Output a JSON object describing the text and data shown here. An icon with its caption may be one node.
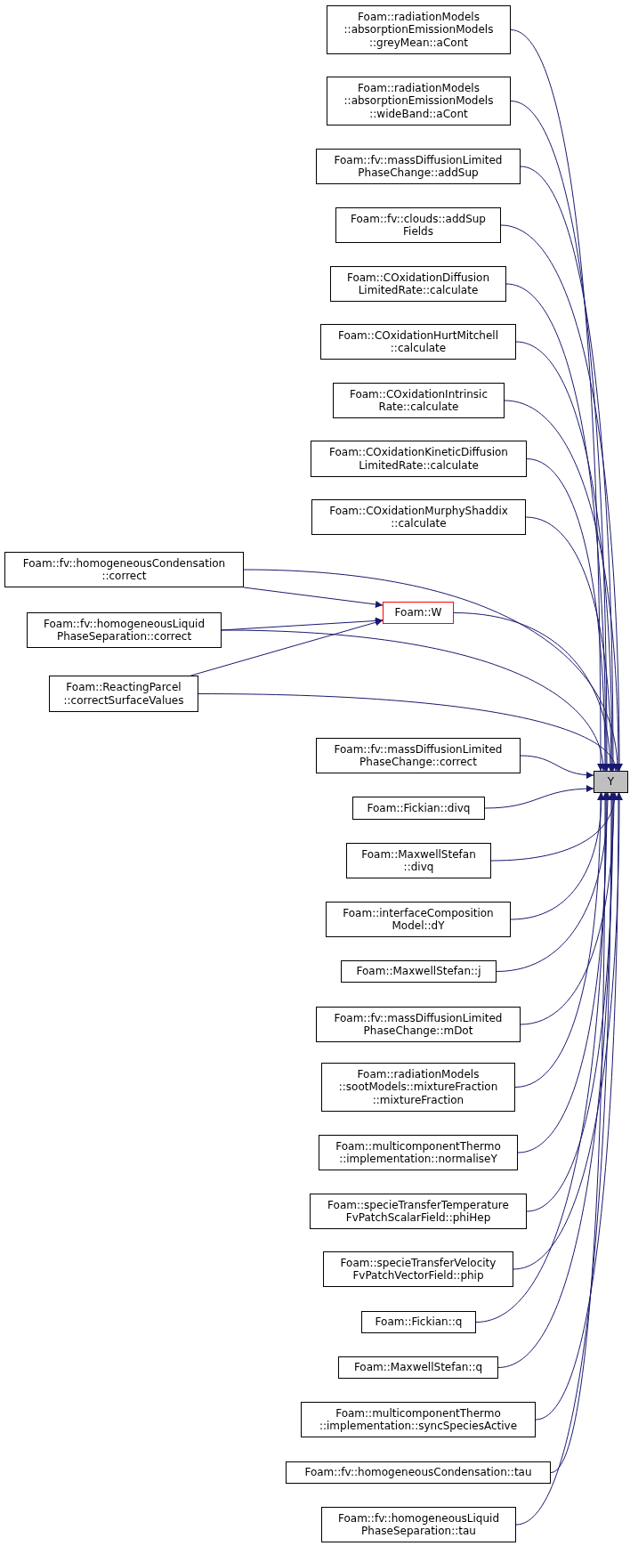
{
  "diagram": {
    "nodes": [
      {
        "text": [
          "Foam::radiationModels ::absorptionEmissionModels ::greyMean::aCont"
        ]
      },
      {
        "text": [
          "Foam::radiationModels ::absorptionEmissionModels ::wideBand::aCont"
        ]
      },
      {
        "text": [
          "Foam::fv::massDiffusionLimited PhaseChange::addSup"
        ]
      },
      {
        "text": [
          "Foam::fv::clouds::addSup Fields"
        ]
      },
      {
        "text": [
          "Foam::COxidationDiffusion LimitedRate::calculate"
        ]
      },
      {
        "text": [
          "Foam::COxidationHurtMitchell ::calculate"
        ]
      },
      {
        "text": [
          "Foam::COxidationIntrinsic Rate::calculate"
        ]
      },
      {
        "text": [
          "Foam::COxidationKineticDiffusion LimitedRate::calculate"
        ]
      },
      {
        "text": [
          "Foam::COxidationMurphyShaddix ::calculate"
        ]
      },
      {
        "text": [
          "Foam::fv::homogeneousCondensation ::correct"
        ]
      },
      {
        "text": [
          "Foam::W"
        ]
      },
      {
        "text": [
          "Foam::fv::homogeneousLiquid PhaseSeparation::correct"
        ]
      },
      {
        "text": [
          "Foam::ReactingParcel ::correctSurfaceValues"
        ]
      },
      {
        "text": [
          "Foam::fv::massDiffusionLimited PhaseChange::correct"
        ]
      },
      {
        "text": [
          "Y"
        ]
      },
      {
        "text": [
          "Foam::Fickian::divq"
        ]
      },
      {
        "text": [
          "Foam::MaxwellStefan ::divq"
        ]
      },
      {
        "text": [
          "Foam::interfaceComposition Model::dY"
        ]
      },
      {
        "text": [
          "Foam::MaxwellStefan::j"
        ]
      },
      {
        "text": [
          "Foam::fv::massDiffusionLimited PhaseChange::mDot"
        ]
      },
      {
        "text": [
          "Foam::radiationModels ::sootModels::mixtureFraction ::mixtureFraction"
        ]
      },
      {
        "text": [
          "Foam::multicomponentThermo ::implementation::normaliseY"
        ]
      },
      {
        "text": [
          "Foam::specieTransferTemperature FvPatchScalarField::phiHep"
        ]
      },
      {
        "text": [
          "Foam::specieTransferVelocity FvPatchVectorField::phip"
        ]
      },
      {
        "text": [
          "Foam::Fickian::q"
        ]
      },
      {
        "text": [
          "Foam::MaxwellStefan::q"
        ]
      },
      {
        "text": [
          "Foam::multicomponentThermo ::implementation::syncSpeciesActive"
        ]
      },
      {
        "text": [
          "Foam::fv::homogeneousCondensation::tau"
        ]
      },
      {
        "text": [
          "Foam::fv::homogeneousLiquid PhaseSeparation::tau"
        ]
      }
    ],
    "edges": [
      {
        "from": 0,
        "to": 14,
        "arrow": "to"
      },
      {
        "from": 1,
        "to": 14,
        "arrow": "to"
      },
      {
        "from": 2,
        "to": 14,
        "arrow": "to"
      },
      {
        "from": 3,
        "to": 14,
        "arrow": "to"
      },
      {
        "from": 4,
        "to": 14,
        "arrow": "to"
      },
      {
        "from": 5,
        "to": 14,
        "arrow": "to"
      },
      {
        "from": 6,
        "to": 14,
        "arrow": "to"
      },
      {
        "from": 7,
        "to": 14,
        "arrow": "to"
      },
      {
        "from": 8,
        "to": 14,
        "arrow": "to"
      },
      {
        "from": 9,
        "to": 14,
        "arrow": "to"
      },
      {
        "from": 9,
        "to": 10,
        "arrow": "to"
      },
      {
        "from": 10,
        "to": 14,
        "arrow": "to"
      },
      {
        "from": 11,
        "to": 10,
        "arrow": "to"
      },
      {
        "from": 11,
        "to": 14,
        "arrow": "to"
      },
      {
        "from": 12,
        "to": 10,
        "arrow": "to"
      },
      {
        "from": 12,
        "to": 14,
        "arrow": "to"
      },
      {
        "from": 13,
        "to": 14,
        "arrow": "to"
      },
      {
        "from": 15,
        "to": 14,
        "arrow": "to"
      },
      {
        "from": 16,
        "to": 14,
        "arrow": "to"
      },
      {
        "from": 17,
        "to": 14,
        "arrow": "to"
      },
      {
        "from": 18,
        "to": 14,
        "arrow": "to"
      },
      {
        "from": 19,
        "to": 14,
        "arrow": "to"
      },
      {
        "from": 20,
        "to": 14,
        "arrow": "to"
      },
      {
        "from": 21,
        "to": 14,
        "arrow": "to"
      },
      {
        "from": 22,
        "to": 14,
        "arrow": "to"
      },
      {
        "from": 23,
        "to": 14,
        "arrow": "to"
      },
      {
        "from": 24,
        "to": 14,
        "arrow": "to"
      },
      {
        "from": 25,
        "to": 14,
        "arrow": "to"
      },
      {
        "from": 26,
        "to": 14,
        "arrow": "to"
      },
      {
        "from": 27,
        "to": 14,
        "arrow": "to"
      },
      {
        "from": 28,
        "to": 14,
        "arrow": "to"
      }
    ]
  }
}
